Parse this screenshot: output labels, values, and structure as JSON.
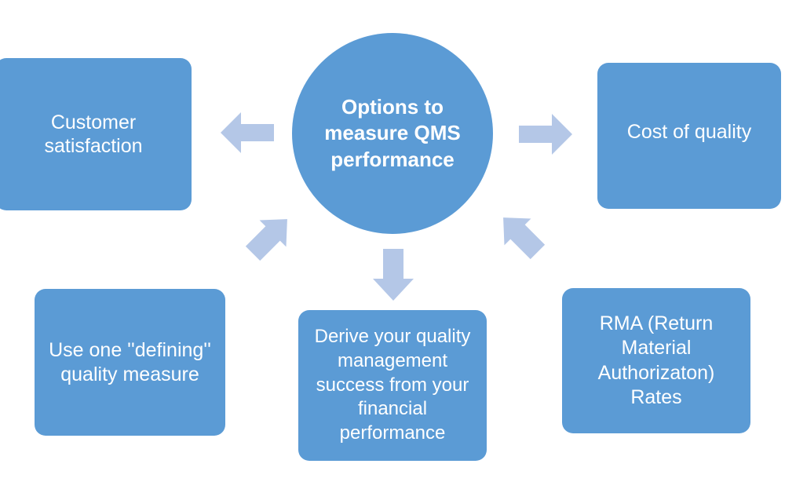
{
  "diagram": {
    "title": "Options to measure QMS performance",
    "center": {
      "label": "Options to measure QMS performance",
      "shape": "circle"
    },
    "colors": {
      "node_fill": "#5B9BD5",
      "node_text": "#FFFFFF",
      "arrow_fill": "#B4C7E7",
      "background": "#FFFFFF"
    },
    "nodes": [
      {
        "id": "customer-satisfaction",
        "label": "Customer satisfaction",
        "position": "left"
      },
      {
        "id": "cost-of-quality",
        "label": "Cost of quality",
        "position": "right"
      },
      {
        "id": "defining-measure",
        "label": "Use one ''defining'' quality measure",
        "position": "bottom-left"
      },
      {
        "id": "financial-performance",
        "label": "Derive your quality management success from your financial performance",
        "position": "bottom-center"
      },
      {
        "id": "rma-rates",
        "label": "RMA (Return Material Authorizaton) Rates",
        "position": "bottom-right"
      }
    ],
    "arrows": [
      {
        "id": "arrow-left",
        "direction": "left",
        "from": "center",
        "to": "customer-satisfaction"
      },
      {
        "id": "arrow-right",
        "direction": "right",
        "from": "center",
        "to": "cost-of-quality"
      },
      {
        "id": "arrow-down-left",
        "direction": "down-left",
        "from": "center",
        "to": "defining-measure"
      },
      {
        "id": "arrow-down",
        "direction": "down",
        "from": "center",
        "to": "financial-performance"
      },
      {
        "id": "arrow-down-right",
        "direction": "down-right",
        "from": "center",
        "to": "rma-rates"
      }
    ]
  }
}
